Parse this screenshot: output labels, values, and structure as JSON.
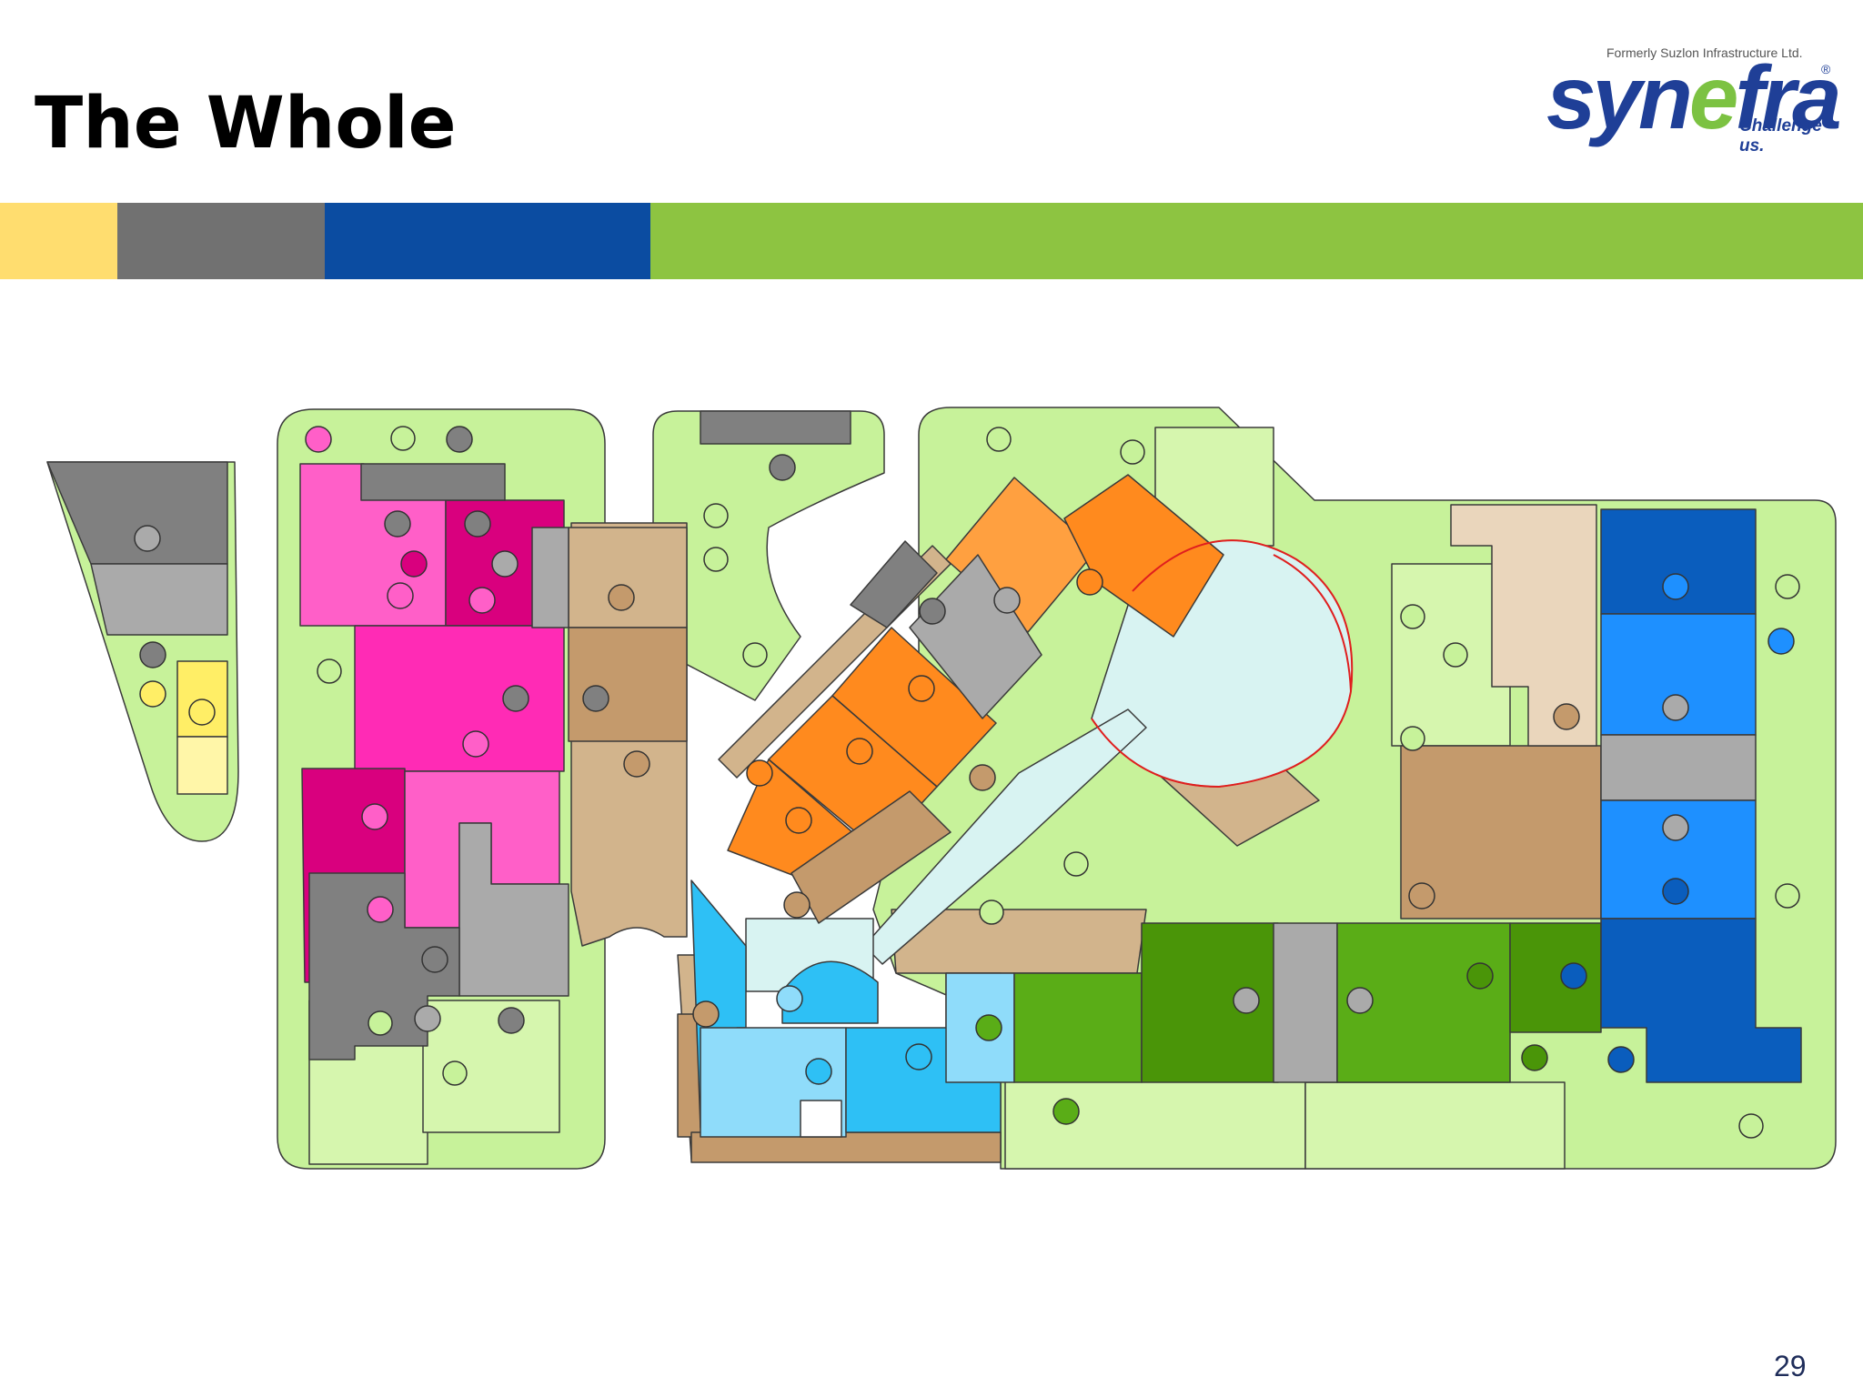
{
  "slide": {
    "title": "The Whole",
    "page_number": "29"
  },
  "logo": {
    "tagline": "Formerly Suzlon Infrastructure Ltd.",
    "word_part_1": "syn",
    "word_part_2": "e",
    "word_part_3": "fra",
    "registered_mark": "®",
    "slogan": "Challenge us."
  },
  "colors": {
    "band_yellow": "#ffdd6f",
    "band_gray": "#717171",
    "band_blue": "#0b4ca1",
    "band_green": "#8dc441",
    "lawn": "#c7f29a",
    "lawn_light": "#d6f6ae",
    "path": "#d2b48c",
    "path_dark": "#c49a6c",
    "pink": "#ff5fc8",
    "pink_bright": "#ff2bb5",
    "magenta": "#d9007e",
    "gray": "#aaaaaa",
    "gray_dark": "#808080",
    "yellow": "#ffee66",
    "orange": "#ff8a1e",
    "orange_light": "#ffa040",
    "sky": "#2ec0f5",
    "sky_light": "#8fdcfa",
    "green": "#5aad17",
    "green_dark": "#4a9508",
    "blue": "#1e90ff",
    "blue_dark": "#0a5dbd",
    "water": "#d8f3f2"
  }
}
